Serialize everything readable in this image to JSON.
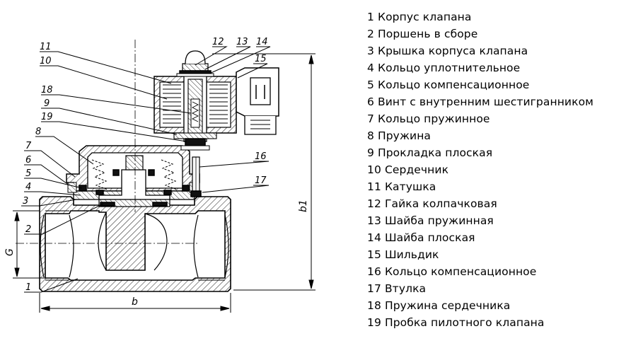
{
  "callouts": [
    "11",
    "10",
    "18",
    "9",
    "19",
    "8",
    "7",
    "6",
    "5",
    "4",
    "3",
    "2",
    "1",
    "12",
    "13",
    "14",
    "15",
    "16",
    "17"
  ],
  "dimensions": {
    "b": "b",
    "b1": "b1",
    "G": "G"
  },
  "legend": [
    "1 Корпус клапана",
    "2 Поршень в сборе",
    "3 Крышка корпуса клапана",
    "4 Кольцо уплотнительное",
    "5 Кольцо компенсационное",
    "6 Винт с внутренним шестигранником",
    "7 Кольцо пружинное",
    "8 Пружина",
    "9 Прокладка плоская",
    "10 Сердечник",
    "11 Катушка",
    "12 Гайка колпачковая",
    "13 Шайба пружинная",
    "14 Шайба плоская",
    "15 Шильдик",
    "16 Кольцо компенсационное",
    "17 Втулка",
    "18 Пружина сердечника",
    "19 Пробка пилотного клапана"
  ]
}
